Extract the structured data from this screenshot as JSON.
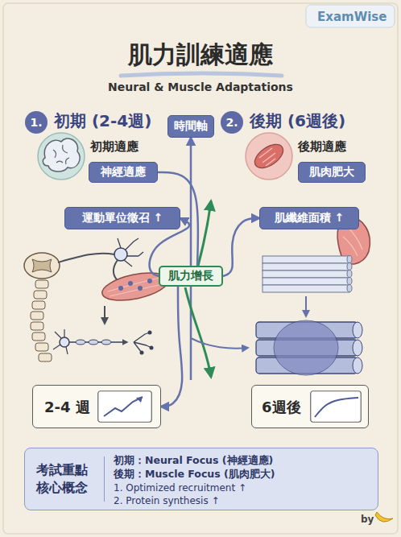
{
  "diagram": {
    "title": "肌力訓練適應",
    "nodes": [
      {
        "text": [
          "1.",
          "初期 (2-4週)"
        ]
      },
      {
        "text": [
          "時間軸"
        ]
      },
      {
        "text": [
          "2.",
          "後期 (6週後)"
        ]
      },
      {
        "text": [
          "神經適應"
        ]
      },
      {
        "text": [
          "肌肉肥大"
        ]
      },
      {
        "text": [
          "運動單位徵召 ↑"
        ]
      },
      {
        "text": [
          "肌纖維面積 ↑"
        ]
      },
      {
        "text": [
          "肌力增長"
        ]
      },
      {
        "text": [
          "2-4 週"
        ]
      },
      {
        "text": [
          "6週後"
        ]
      },
      {
        "text": [
          "考試重點 核心概念",
          "初期：Neural Focus (神經適應)",
          "後期：Muscle Focus (肌肉肥大)",
          "1. Optimized recruitment ↑",
          "2. Protein synthesis ↑"
        ]
      }
    ],
    "edges": [
      {
        "from": 7,
        "to": 1,
        "arrow": "to"
      },
      {
        "from": 3,
        "to": 7,
        "arrow": "none"
      },
      {
        "from": 7,
        "to": 5,
        "arrow": "to"
      },
      {
        "from": 7,
        "to": 6,
        "arrow": "to"
      },
      {
        "from": 7,
        "to": 8,
        "arrow": "to"
      }
    ],
    "labels": [
      "ExamWise",
      "Neural & Muscle Adaptations",
      "初期適應",
      "後期適應",
      "by"
    ]
  }
}
